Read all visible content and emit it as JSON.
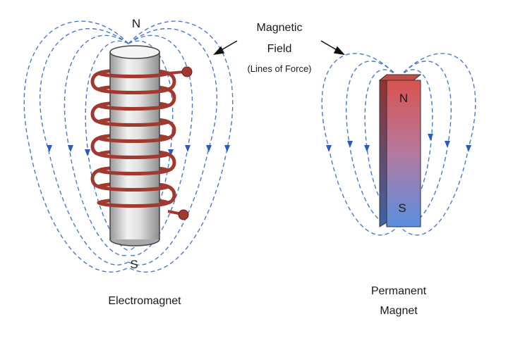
{
  "labels": {
    "magnetic": "Magnetic",
    "field": "Field",
    "lines_of_force": "(Lines of Force)",
    "electromagnet": "Electromagnet",
    "permanent": "Permanent",
    "magnet": "Magnet",
    "pole_n": "N",
    "pole_s": "S"
  },
  "colors": {
    "field_line": "#4a7ac8",
    "arrow": "#2a5cc0",
    "coil": "#a0392f",
    "magnet_top": "#d9534f",
    "magnet_bottom": "#5a8fe0",
    "core": "#d8d8d8"
  },
  "icons": [
    "arrow-down-icon",
    "arrow-up-icon",
    "terminal-dot-icon"
  ]
}
